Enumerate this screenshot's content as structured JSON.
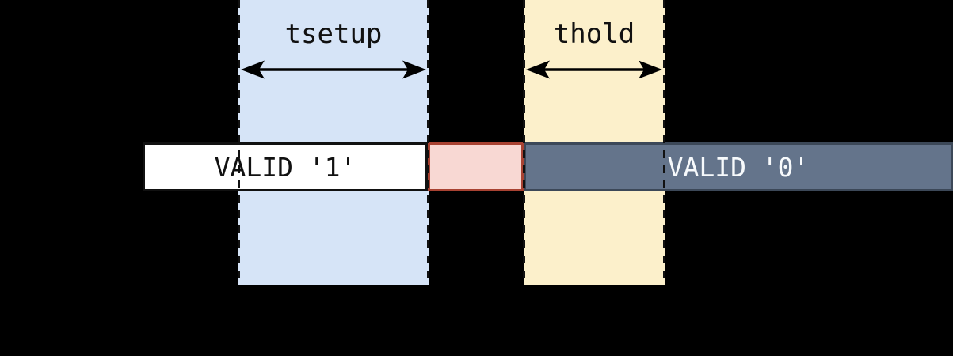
{
  "diagram": {
    "type": "timing-diagram",
    "regions": {
      "tsetup": {
        "label": "tsetup"
      },
      "thold": {
        "label": "thold"
      }
    },
    "signal_bar": {
      "valid1_label": "VALID '1'",
      "valid0_label": "VALID '0'"
    },
    "icons": {
      "tsetup_arrow": "double-headed-arrow",
      "thold_arrow": "double-headed-arrow"
    },
    "colors": {
      "background": "#000000",
      "tsetup_region_fill": "#D6E4F7",
      "thold_region_fill": "#FCF0CB",
      "valid1_fill": "#FFFFFF",
      "valid1_border": "#111111",
      "valid1_text": "#111111",
      "invalid_fill": "#F8D8D3",
      "invalid_border": "#A84232",
      "valid0_fill": "#64748B",
      "valid0_border": "#3C4858",
      "valid0_text": "#F7FAFC",
      "dashed_line": "#111111",
      "arrow": "#000000",
      "region_label_text": "#111111"
    }
  }
}
